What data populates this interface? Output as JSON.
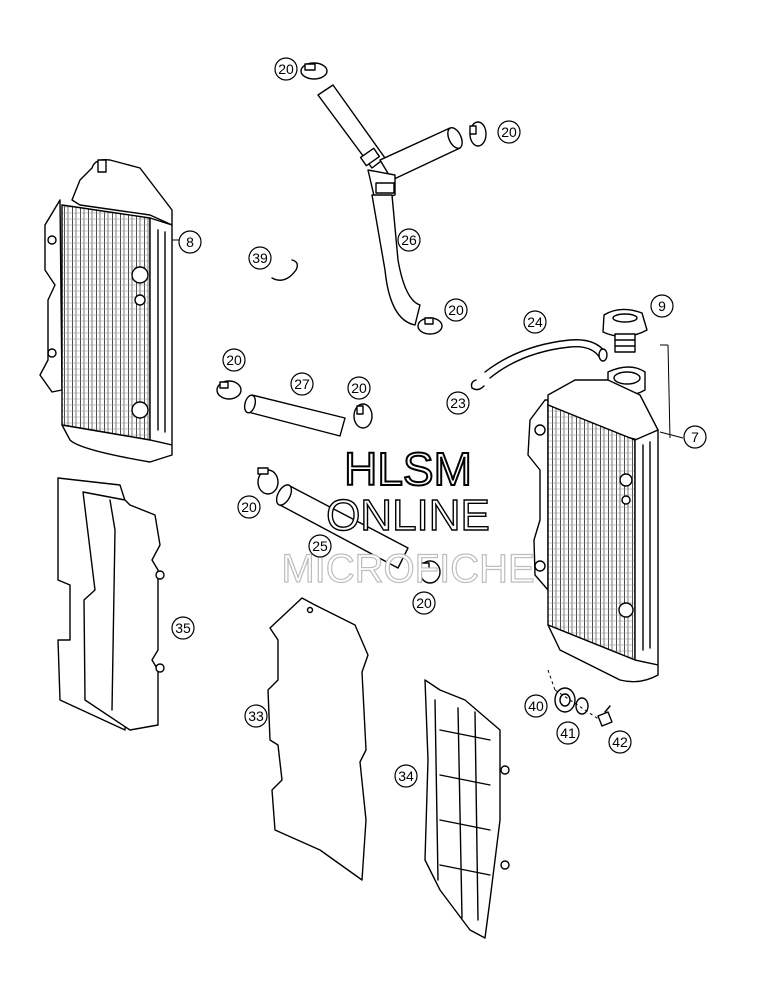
{
  "watermark": {
    "line1": "HLSM",
    "line2": "ONLINE",
    "line3": "MICROFICHE"
  },
  "callouts": {
    "c20a": "20",
    "c20b": "20",
    "c20c": "20",
    "c20d": "20",
    "c20e": "20",
    "c20f": "20",
    "c20g": "20",
    "c26": "26",
    "c8": "8",
    "c39": "39",
    "c9": "9",
    "c24": "24",
    "c27": "27",
    "c23": "23",
    "c7": "7",
    "c25": "25",
    "c35": "35",
    "c33": "33",
    "c34": "34",
    "c40": "40",
    "c41": "41",
    "c42": "42"
  }
}
